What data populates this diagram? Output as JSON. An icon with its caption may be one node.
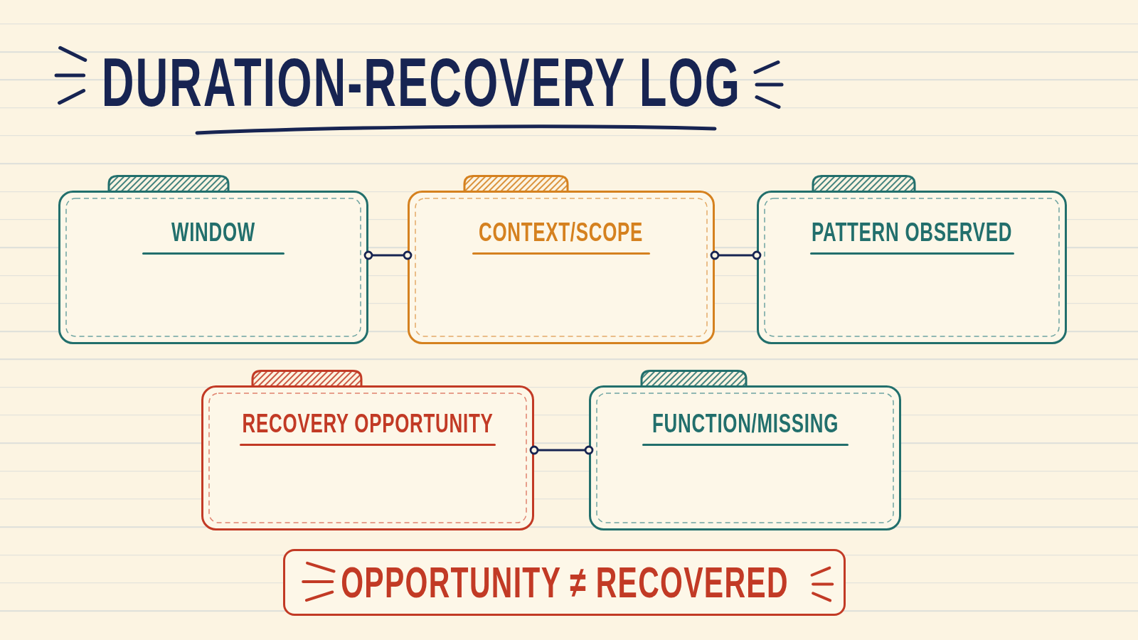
{
  "diagram": {
    "title": "DURATION-RECOVERY LOG",
    "nodes": [
      {
        "text": [
          "WINDOW"
        ]
      },
      {
        "text": [
          "CONTEXT/SCOPE"
        ]
      },
      {
        "text": [
          "PATTERN OBSERVED"
        ]
      },
      {
        "text": [
          "RECOVERY OPPORTUNITY"
        ]
      },
      {
        "text": [
          "FUNCTION/MISSING"
        ]
      },
      {
        "text": [
          "OPPORTUNITY ≠ RECOVERED"
        ]
      }
    ],
    "edges": [
      {
        "from": 0,
        "to": 1,
        "arrow": "other"
      },
      {
        "from": 1,
        "to": 2,
        "arrow": "other"
      },
      {
        "from": 3,
        "to": 4,
        "arrow": "other"
      }
    ]
  }
}
